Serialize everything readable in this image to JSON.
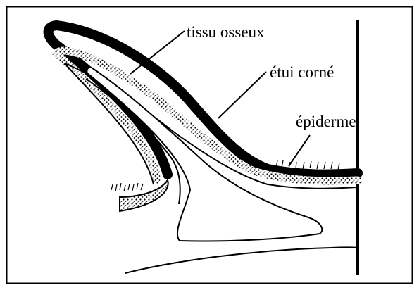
{
  "labels": {
    "bone": "tissu osseux",
    "sheath": "étui corné",
    "epidermis": "épiderme"
  },
  "colors": {
    "ink": "#000000",
    "background": "#ffffff"
  }
}
